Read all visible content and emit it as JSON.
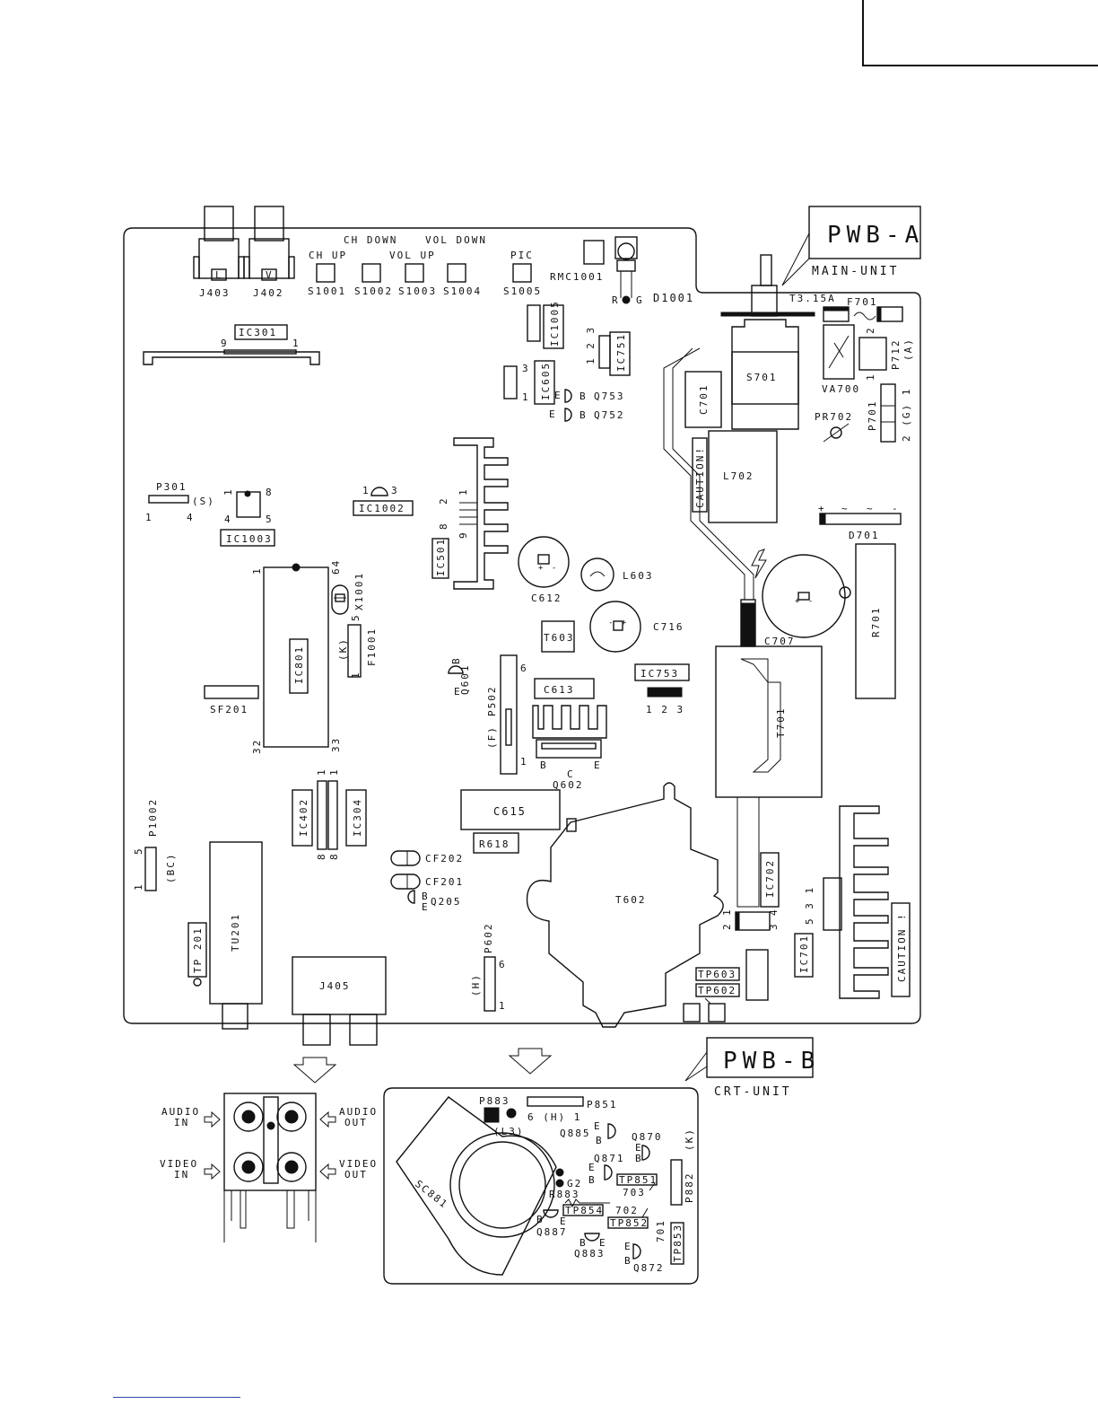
{
  "units": {
    "main_tag": "PWB-A",
    "main_name": "MAIN-UNIT",
    "crt_tag": "PWB-B",
    "crt_name": "CRT-UNIT"
  },
  "switch_labels": {
    "ch_down": "CH DOWN",
    "vol_down": "VOL DOWN",
    "ch_up": "CH UP",
    "vol_up": "VOL UP",
    "pic": "PIC"
  },
  "parts": {
    "j403": "J403",
    "j402": "J402",
    "l": "L",
    "v": "V",
    "s1001": "S1001",
    "s1002": "S1002",
    "s1003": "S1003",
    "s1004": "S1004",
    "s1005": "S1005",
    "rmc1001": "RMC1001",
    "d1001": "D1001",
    "rog": "R",
    "gog": "G",
    "ic301": "IC301",
    "nine": "9",
    "one": "1",
    "ic1005": "IC1005",
    "ic751": "IC751",
    "ic605": "IC605",
    "q753": "Q753",
    "q752": "Q752",
    "e": "E",
    "b": "B",
    "c": "C",
    "p301": "P301",
    "s_p": "(S)",
    "four": "4",
    "eight": "8",
    "five": "5",
    "three": "3",
    "two": "2",
    "six": "6",
    "ic1002": "IC1002",
    "ic1003": "IC1003",
    "ic501": "IC501",
    "c612": "C612",
    "l603": "L603",
    "c716": "C716",
    "t603": "T603",
    "ic801": "IC801",
    "x1001": "X1001",
    "f1001": "F1001",
    "k_p": "(K)",
    "sixtyfour": "64",
    "thirtytwo": "32",
    "thirtythree": "33",
    "sf201": "SF201",
    "q601": "Q601",
    "p502": "P502",
    "f_p": "(F)",
    "c613": "C613",
    "ic753": "IC753",
    "q602": "Q602",
    "onetwothree": "1 2 3",
    "onetwothree_v": "1 2 3",
    "t315a": "T3.15A",
    "f701": "F701",
    "s701": "S701",
    "c701": "C701",
    "va700": "VA700",
    "p712": "P712",
    "a_p": "(A)",
    "p701": "P701",
    "g_p": "2 (G) 1",
    "pr702": "PR702",
    "caution1": "CAUTION!",
    "l702": "L702",
    "d701": "D701",
    "c707": "C707",
    "r701": "R701",
    "t701": "T701",
    "p1002": "P1002",
    "bc_p": "(BC)",
    "ic402": "IC402",
    "ic304": "IC304",
    "c615": "C615",
    "r618": "R618",
    "cf202": "CF202",
    "cf201": "CF201",
    "q205": "Q205",
    "tu201": "TU201",
    "tp201": "TP 201",
    "t602": "T602",
    "ic702": "IC702",
    "ic701": "IC701",
    "five31": "5 3 1",
    "caution2": "CAUTION !",
    "tp603": "TP603",
    "tp602": "TP602",
    "j405": "J405",
    "p602": "P602",
    "h_p": "(H)",
    "p883": "P883",
    "p851": "P851",
    "six_h_1": "6 (H) 1",
    "l3_p": "(L3)",
    "q885": "Q885",
    "q870": "Q870",
    "q871": "Q871",
    "g2": "G2",
    "r883": "R883",
    "tp851": "TP851",
    "n703": "703",
    "tp854": "TP854",
    "n702": "702",
    "tp852": "TP852",
    "n701": "701",
    "q887": "Q887",
    "q883": "Q883",
    "q872": "Q872",
    "tp853": "TP853",
    "p882": "P882",
    "k2_p": "(K)",
    "sc881": "SC881"
  },
  "jack_panel": {
    "audio_in": "AUDIO",
    "audio_in2": "IN",
    "audio_out": "AUDIO",
    "audio_out2": "OUT",
    "video_in": "VIDEO",
    "video_in2": "IN",
    "video_out": "VIDEO",
    "video_out2": "OUT"
  }
}
